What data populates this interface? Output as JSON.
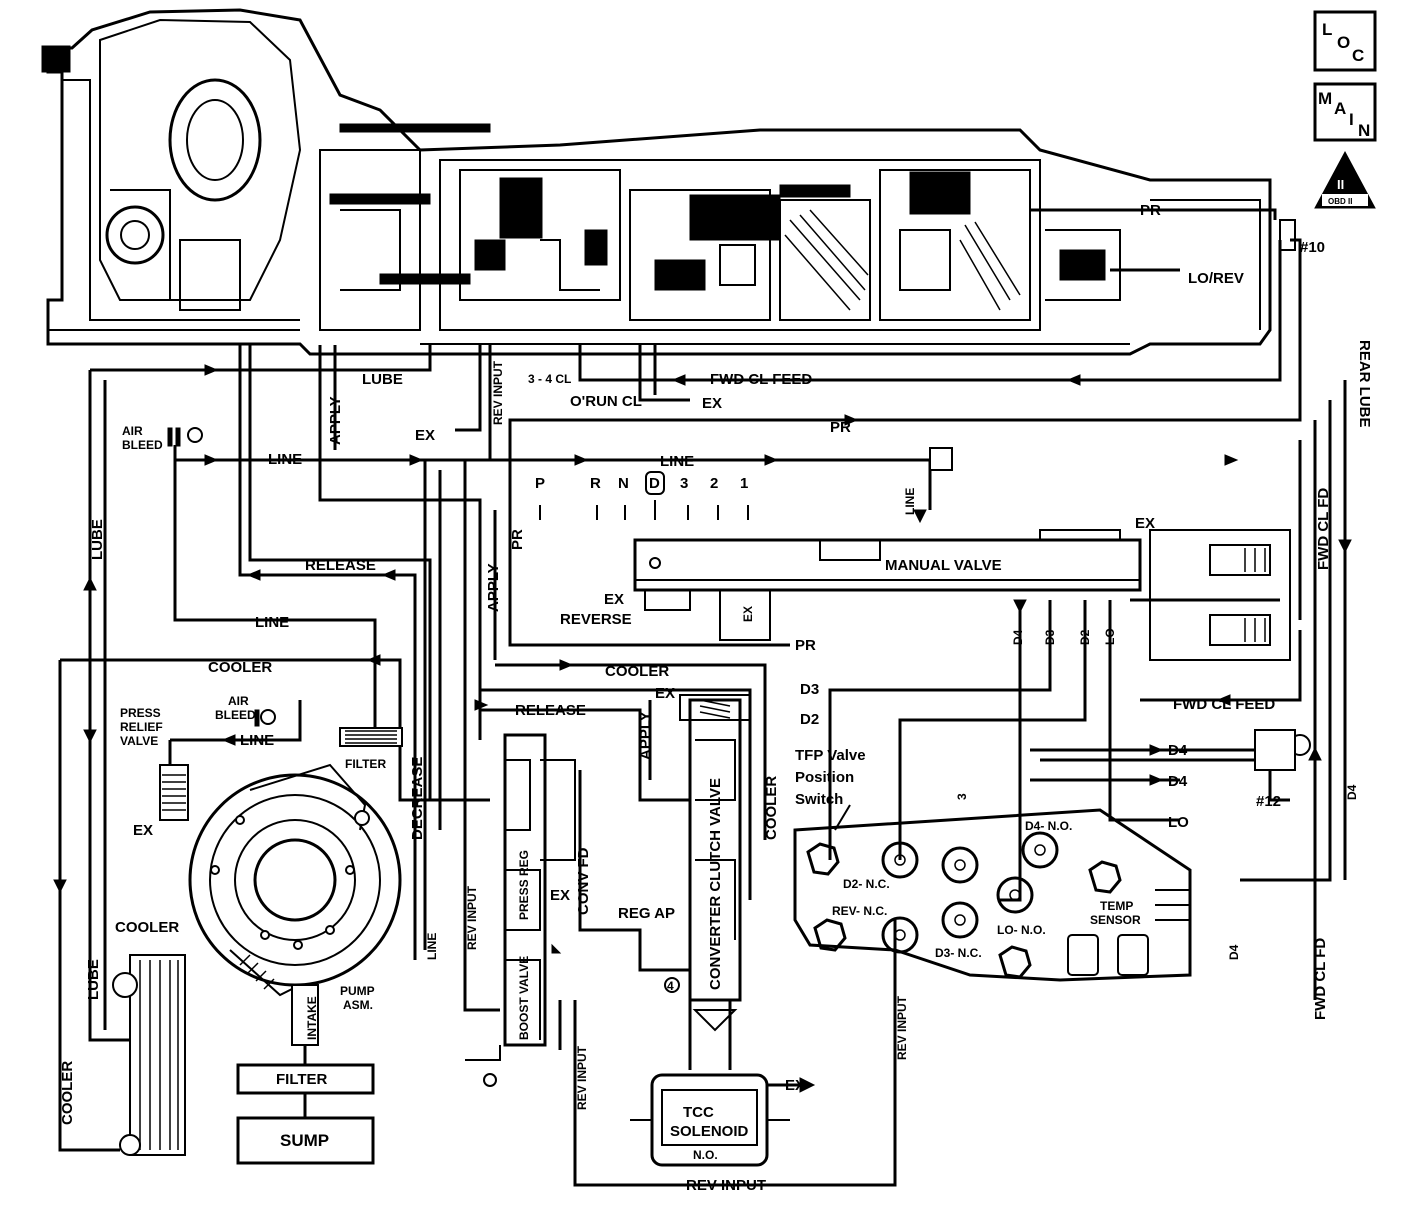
{
  "icons": {
    "loc": [
      "L",
      "O",
      "C"
    ],
    "main": [
      "M",
      "A",
      "I",
      "N"
    ],
    "obd": {
      "roman": "II",
      "caption": "OBD II"
    }
  },
  "labels": {
    "pr": "PR",
    "lo_rev": "LO/REV",
    "check_10": "#10",
    "rear_lube": "REAR LUBE",
    "lube": "LUBE",
    "apply": "APPLY",
    "rev_input": "REV INPUT",
    "three_four_cl": "3 - 4 CL",
    "fwd_cl_feed": "FWD CL FEED",
    "orun_cl": "O'RUN CL",
    "ex": "EX",
    "air_bleed": [
      "AIR",
      "BLEED"
    ],
    "line": "LINE",
    "release": "RELEASE",
    "manual_valve": "MANUAL VALVE",
    "reverse": "REVERSE",
    "cooler": "COOLER",
    "fwd_cl_fd": "FWD CL FD",
    "d3": "D3",
    "d2": "D2",
    "d4": "D4",
    "lo": "LO",
    "check_12": "#12",
    "press_relief_valve": [
      "PRESS",
      "RELIEF",
      "VALVE"
    ],
    "filter": "FILTER",
    "decrease": "DECREASE",
    "tfp_switch": [
      "TFP Valve",
      "Position",
      "Switch"
    ],
    "press_reg": "PRESS REG",
    "conv_fd": "CONV FD",
    "converter_clutch_valve": "CONVERTER CLUTCH VALVE",
    "reg_ap": "REG AP",
    "boost_valve": "BOOST VALVE",
    "intake": "INTAKE",
    "pump_asm": [
      "PUMP",
      "ASM."
    ],
    "sump": "SUMP",
    "tcc_solenoid": [
      "TCC",
      "SOLENOID"
    ],
    "no": "N.O.",
    "d4_no": "D4- N.O.",
    "d2_nc": "D2- N.C.",
    "rev_nc": "REV- N.C.",
    "d3_nc": "D3- N.C.",
    "lo_nc": "LO- N.O.",
    "temp_sensor": [
      "TEMP",
      "SENSOR"
    ],
    "num_3": "3",
    "num_4": "4"
  },
  "selector": [
    "P",
    "R",
    "N",
    "D",
    "3",
    "2",
    "1"
  ]
}
